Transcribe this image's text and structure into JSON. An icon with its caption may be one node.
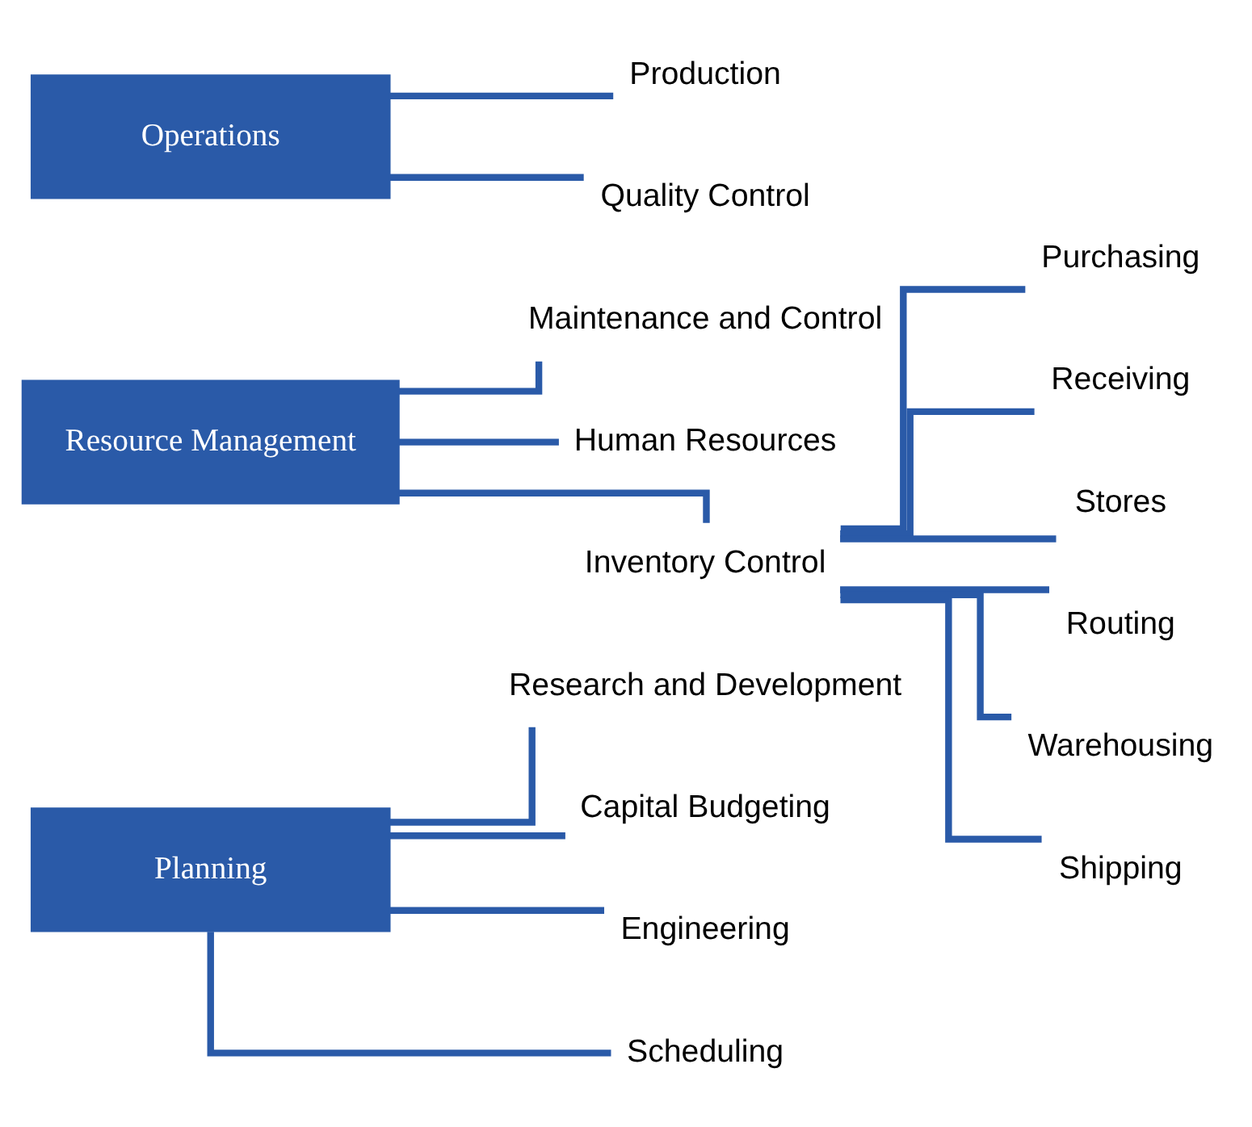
{
  "diagram": {
    "nodes": [
      {
        "text": [
          "Planning"
        ]
      },
      {
        "text": [
          "Research and Development"
        ]
      },
      {
        "text": [
          "Capital Budgeting"
        ]
      },
      {
        "text": [
          "Engineering"
        ]
      },
      {
        "text": [
          "Scheduling"
        ]
      },
      {
        "text": [
          "Resource Management"
        ]
      },
      {
        "text": [
          "Maintenance and Control"
        ]
      },
      {
        "text": [
          "Human Resources"
        ]
      },
      {
        "text": [
          "Inventory Control"
        ]
      },
      {
        "text": [
          "Purchasing"
        ]
      },
      {
        "text": [
          "Receiving"
        ]
      },
      {
        "text": [
          "Stores"
        ]
      },
      {
        "text": [
          "Routing"
        ]
      },
      {
        "text": [
          "Warehousing"
        ]
      },
      {
        "text": [
          "Shipping"
        ]
      },
      {
        "text": [
          "Operations"
        ]
      },
      {
        "text": [
          "Production"
        ]
      },
      {
        "text": [
          "Quality Control"
        ]
      }
    ],
    "edges": [
      {
        "from": 0,
        "to": 1,
        "arrow": "none"
      },
      {
        "from": 0,
        "to": 2,
        "arrow": "none"
      },
      {
        "from": 0,
        "to": 3,
        "arrow": "none"
      },
      {
        "from": 0,
        "to": 4,
        "arrow": "none"
      },
      {
        "from": 5,
        "to": 6,
        "arrow": "none"
      },
      {
        "from": 5,
        "to": 7,
        "arrow": "none"
      },
      {
        "from": 5,
        "to": 8,
        "arrow": "none"
      },
      {
        "from": 8,
        "to": 9,
        "arrow": "none"
      },
      {
        "from": 8,
        "to": 10,
        "arrow": "none"
      },
      {
        "from": 8,
        "to": 11,
        "arrow": "none"
      },
      {
        "from": 8,
        "to": 12,
        "arrow": "none"
      },
      {
        "from": 8,
        "to": 13,
        "arrow": "none"
      },
      {
        "from": 8,
        "to": 14,
        "arrow": "none"
      },
      {
        "from": 15,
        "to": 16,
        "arrow": "none"
      },
      {
        "from": 15,
        "to": 17,
        "arrow": "none"
      }
    ]
  }
}
